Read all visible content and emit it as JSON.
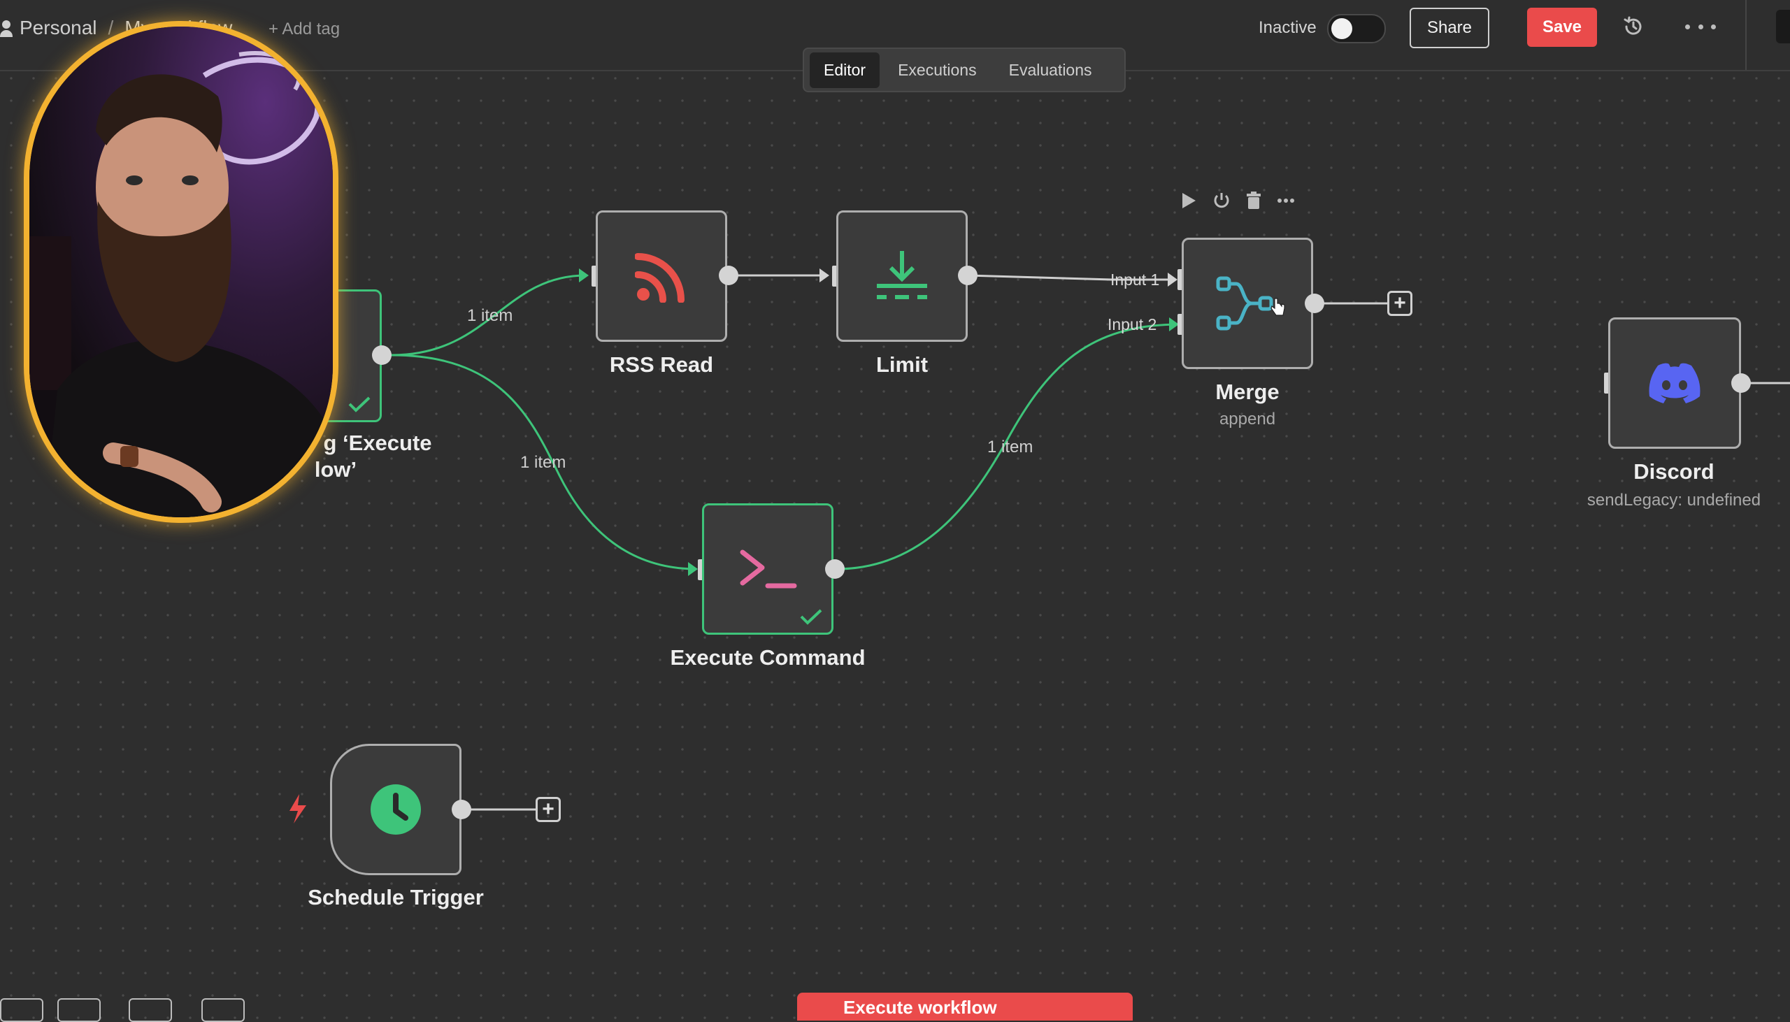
{
  "header": {
    "project": "Personal",
    "workflow_name": "My workflow",
    "add_tag": "+ Add tag",
    "status_label": "Inactive",
    "share_label": "Share",
    "save_label": "Save"
  },
  "tabs": [
    {
      "label": "Editor",
      "active": true
    },
    {
      "label": "Executions",
      "active": false
    },
    {
      "label": "Evaluations",
      "active": false
    }
  ],
  "nodes": {
    "manual_trigger": {
      "label_line1": "g ‘Execute",
      "label_line2": "low’"
    },
    "rss_read": {
      "label": "RSS Read"
    },
    "limit": {
      "label": "Limit"
    },
    "merge": {
      "label": "Merge",
      "sub": "append",
      "input1": "Input 1",
      "input2": "Input 2"
    },
    "execute_command": {
      "label": "Execute Command"
    },
    "discord": {
      "label": "Discord",
      "sub": "sendLegacy: undefined"
    },
    "schedule_trigger": {
      "label": "Schedule Trigger"
    }
  },
  "edges": {
    "trigger_to_rss": "1 item",
    "trigger_to_exec": "1 item",
    "exec_to_merge": "1 item"
  },
  "footer": {
    "execute_button": "Execute workflow"
  },
  "colors": {
    "accent_save": "#ea4b4b",
    "success": "#3ec47a",
    "rss": "#e8514a",
    "merge": "#4ab3c6",
    "discord": "#5865f2",
    "exec_cmd": "#e56aa0",
    "webcam_border": "#f3b230"
  },
  "icons": {
    "rss": "rss-icon",
    "limit": "download-limit-icon",
    "merge": "merge-branch-icon",
    "execute_command": "terminal-icon",
    "discord": "discord-icon",
    "schedule": "clock-icon",
    "trigger_bolt": "lightning-icon"
  }
}
